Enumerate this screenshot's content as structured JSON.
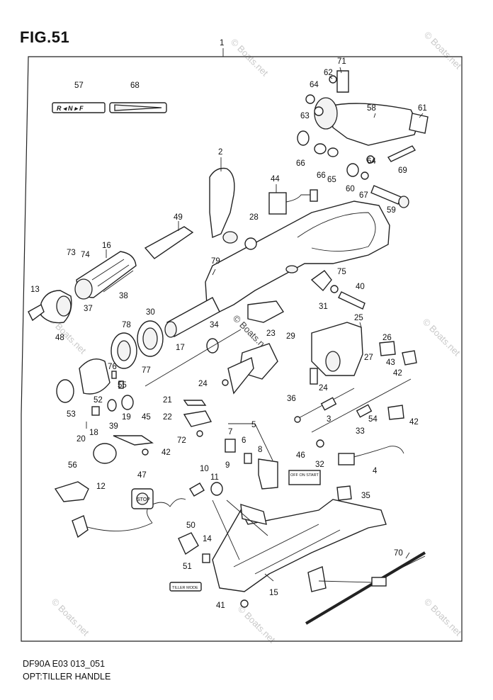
{
  "figure_title": "FIG.51",
  "frame_ref": "1",
  "footer": {
    "code": "DF90A E03 013_051",
    "caption": "OPT:TILLER HANDLE"
  },
  "watermark": "© Boats.net",
  "decals": {
    "shift_label": "R ◂ N ▸ F",
    "stop_button": "STOP",
    "kill_switch_text": "OFF ON START",
    "tiller_mode_label": "TILLER MODE"
  },
  "callouts": {
    "c2": "2",
    "c3": "3",
    "c4": "4",
    "c5": "5",
    "c6": "6",
    "c7": "7",
    "c8": "8",
    "c9": "9",
    "c10": "10",
    "c11": "11",
    "c12": "12",
    "c13": "13",
    "c14": "14",
    "c15": "15",
    "c16": "16",
    "c17": "17",
    "c18": "18",
    "c19": "19",
    "c20": "20",
    "c21": "21",
    "c22": "22",
    "c23": "23",
    "c24a": "24",
    "c24b": "24",
    "c25": "25",
    "c26": "26",
    "c27": "27",
    "c28": "28",
    "c29": "29",
    "c30": "30",
    "c31": "31",
    "c32": "32",
    "c33": "33",
    "c34": "34",
    "c35": "35",
    "c36": "36",
    "c37": "37",
    "c38": "38",
    "c39": "39",
    "c40": "40",
    "c41": "41",
    "c42a": "42",
    "c42b": "42",
    "c42c": "42",
    "c43": "43",
    "c44": "44",
    "c45": "45",
    "c46": "46",
    "c47": "47",
    "c48": "48",
    "c49": "49",
    "c50": "50",
    "c51": "51",
    "c52": "52",
    "c53": "53",
    "c54": "54",
    "c55": "55",
    "c56": "56",
    "c57": "57",
    "c58": "58",
    "c59": "59",
    "c60": "60",
    "c61": "61",
    "c62": "62",
    "c63": "63",
    "c64a": "64",
    "c64b": "64",
    "c65": "65",
    "c66a": "66",
    "c66b": "66",
    "c67": "67",
    "c68": "68",
    "c69": "69",
    "c70": "70",
    "c71": "71",
    "c72": "72",
    "c73": "73",
    "c74": "74",
    "c75": "75",
    "c76": "76",
    "c77": "77",
    "c78": "78",
    "c79": "79"
  }
}
